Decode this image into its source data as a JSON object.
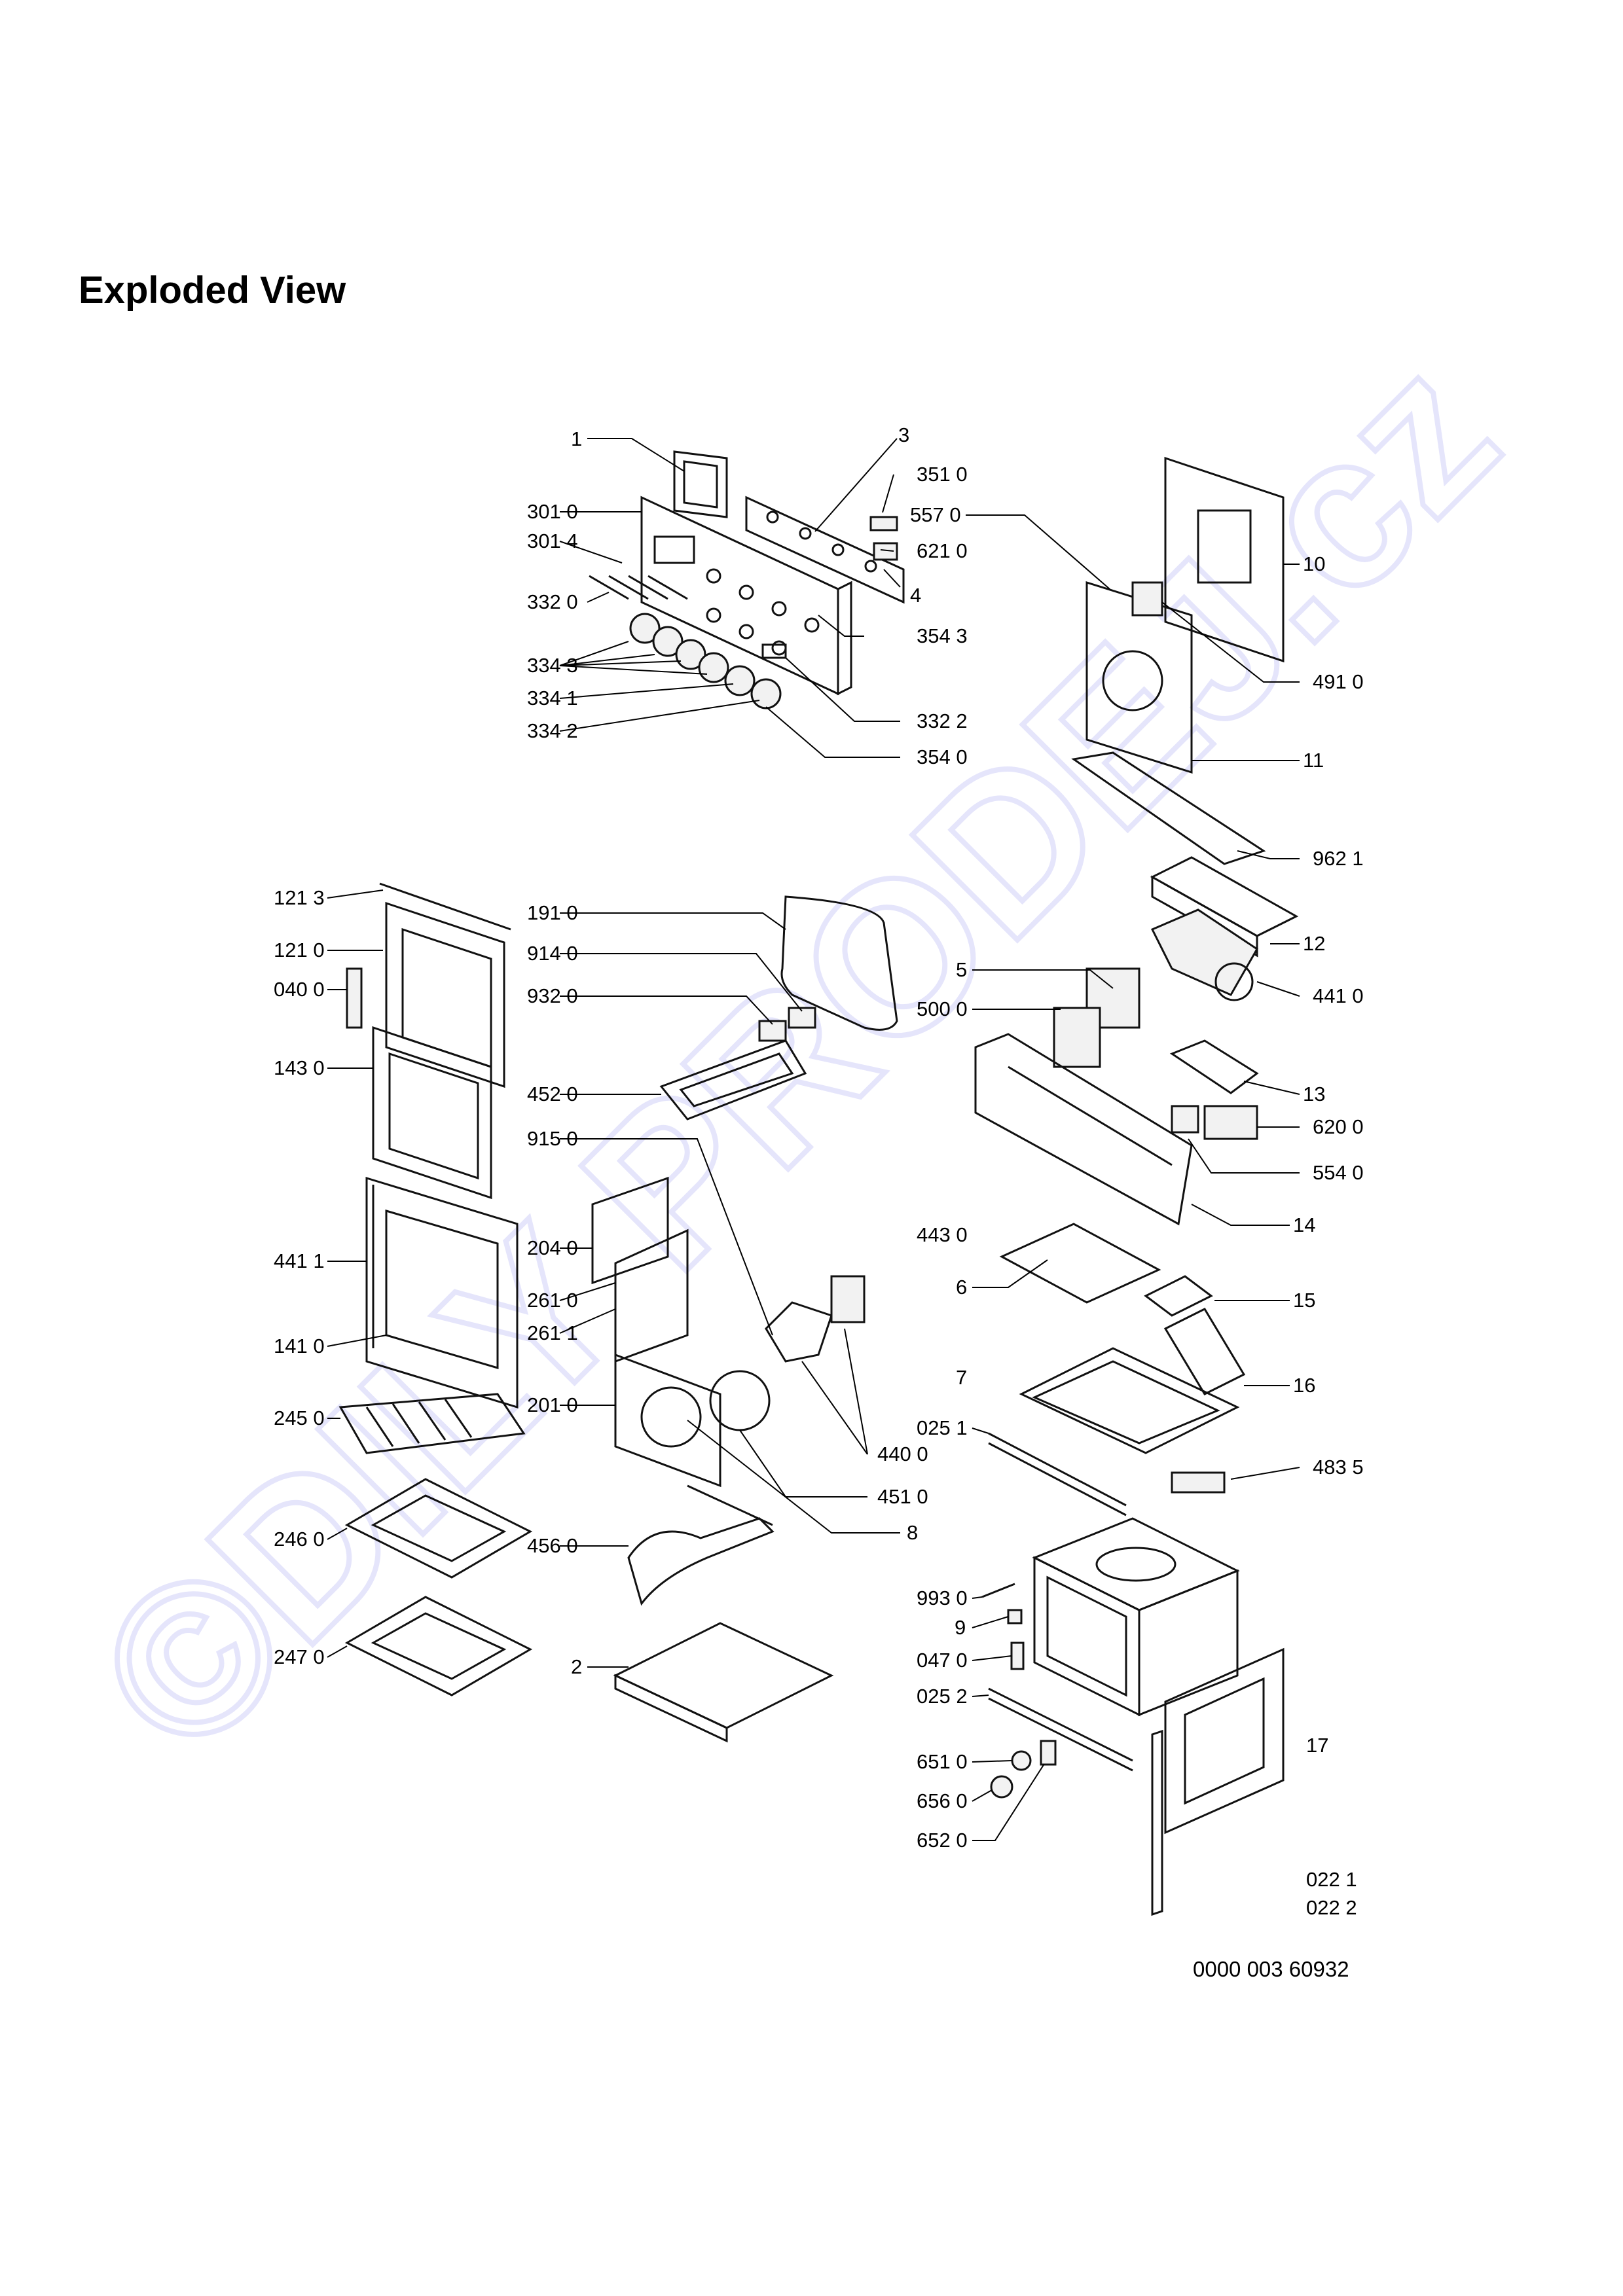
{
  "title": "Exploded View",
  "watermark": "©DILY PRODEJ.cz",
  "document_code": "0000 003 60932",
  "labels": [
    {
      "id": "l1",
      "text": "1"
    },
    {
      "id": "l2",
      "text": "3"
    },
    {
      "id": "l3",
      "text": "351 0"
    },
    {
      "id": "l4",
      "text": "301 0"
    },
    {
      "id": "l5",
      "text": "557 0"
    },
    {
      "id": "l6",
      "text": "301 4"
    },
    {
      "id": "l7",
      "text": "621 0"
    },
    {
      "id": "l8",
      "text": "332 0"
    },
    {
      "id": "l9",
      "text": "4"
    },
    {
      "id": "l10",
      "text": "354 3"
    },
    {
      "id": "l11",
      "text": "334 3"
    },
    {
      "id": "l12",
      "text": "334 1"
    },
    {
      "id": "l13",
      "text": "332 2"
    },
    {
      "id": "l14",
      "text": "334 2"
    },
    {
      "id": "l15",
      "text": "354 0"
    },
    {
      "id": "l16",
      "text": "10"
    },
    {
      "id": "l17",
      "text": "491 0"
    },
    {
      "id": "l18",
      "text": "11"
    },
    {
      "id": "l19",
      "text": "962 1"
    },
    {
      "id": "l20",
      "text": "121 3"
    },
    {
      "id": "l21",
      "text": "191 0"
    },
    {
      "id": "l22",
      "text": "12"
    },
    {
      "id": "l23",
      "text": "121 0"
    },
    {
      "id": "l24",
      "text": "914 0"
    },
    {
      "id": "l25",
      "text": "5"
    },
    {
      "id": "l26",
      "text": "040 0"
    },
    {
      "id": "l27",
      "text": "932 0"
    },
    {
      "id": "l28",
      "text": "500 0"
    },
    {
      "id": "l29",
      "text": "441 0"
    },
    {
      "id": "l30",
      "text": "143 0"
    },
    {
      "id": "l31",
      "text": "452 0"
    },
    {
      "id": "l32",
      "text": "13"
    },
    {
      "id": "l33",
      "text": "915 0"
    },
    {
      "id": "l34",
      "text": "620 0"
    },
    {
      "id": "l35",
      "text": "554 0"
    },
    {
      "id": "l36",
      "text": "14"
    },
    {
      "id": "l37",
      "text": "443 0"
    },
    {
      "id": "l38",
      "text": "204 0"
    },
    {
      "id": "l39",
      "text": "441 1"
    },
    {
      "id": "l40",
      "text": "6"
    },
    {
      "id": "l41",
      "text": "15"
    },
    {
      "id": "l42",
      "text": "261 0"
    },
    {
      "id": "l43",
      "text": "261 1"
    },
    {
      "id": "l44",
      "text": "141 0"
    },
    {
      "id": "l45",
      "text": "7"
    },
    {
      "id": "l46",
      "text": "16"
    },
    {
      "id": "l47",
      "text": "201 0"
    },
    {
      "id": "l48",
      "text": "245 0"
    },
    {
      "id": "l49",
      "text": "025 1"
    },
    {
      "id": "l50",
      "text": "440 0"
    },
    {
      "id": "l51",
      "text": "483 5"
    },
    {
      "id": "l52",
      "text": "451 0"
    },
    {
      "id": "l53",
      "text": "8"
    },
    {
      "id": "l54",
      "text": "246 0"
    },
    {
      "id": "l55",
      "text": "456 0"
    },
    {
      "id": "l56",
      "text": "993 0"
    },
    {
      "id": "l57",
      "text": "9"
    },
    {
      "id": "l58",
      "text": "247 0"
    },
    {
      "id": "l59",
      "text": "047 0"
    },
    {
      "id": "l60",
      "text": "2"
    },
    {
      "id": "l61",
      "text": "025 2"
    },
    {
      "id": "l62",
      "text": "17"
    },
    {
      "id": "l63",
      "text": "651 0"
    },
    {
      "id": "l64",
      "text": "656 0"
    },
    {
      "id": "l65",
      "text": "652 0"
    },
    {
      "id": "l66",
      "text": "022 1"
    },
    {
      "id": "l67",
      "text": "022 2"
    }
  ]
}
